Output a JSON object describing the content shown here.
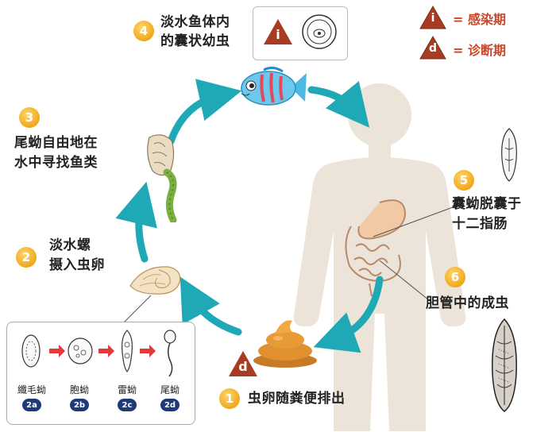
{
  "legend": {
    "infective_letter": "i",
    "infective_text": "= 感染期",
    "diagnostic_letter": "d",
    "diagnostic_text": "= 诊断期",
    "text_color": "#c8472a",
    "triangle_color": "#a83c22"
  },
  "steps": [
    {
      "number": "1",
      "text": "虫卵随粪便排出"
    },
    {
      "number": "2",
      "line1": "淡水螺",
      "line2": "摄入虫卵"
    },
    {
      "number": "3",
      "line1": "尾蚴自由地在",
      "line2": "水中寻找鱼类"
    },
    {
      "number": "4",
      "line1": "淡水鱼体内",
      "line2": "的囊状幼虫"
    },
    {
      "number": "5",
      "line1": "囊蚴脱囊于",
      "line2": "十二指肠"
    },
    {
      "number": "6",
      "text": "胆管中的成虫"
    }
  ],
  "snail_stages": [
    {
      "name": "纖毛蚴",
      "badge": "2a"
    },
    {
      "name": "胞蚴",
      "badge": "2b"
    },
    {
      "name": "雷蚴",
      "badge": "2c"
    },
    {
      "name": "尾蚴",
      "badge": "2d"
    }
  ],
  "colors": {
    "arrow": "#1fa9b7",
    "step_circle": "#f0a81c",
    "body": "#ece4d8",
    "badge": "#1f3a7a",
    "stage_arrow": "#e03a3a"
  }
}
